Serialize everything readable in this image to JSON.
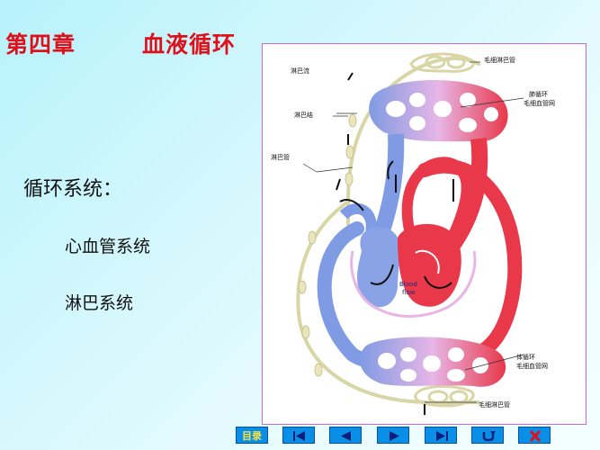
{
  "slide": {
    "chapter": "第四章",
    "topic": "血液循环",
    "heading": "循环系统：",
    "bullets": [
      "心血管系统",
      "淋巴系统"
    ]
  },
  "diagram": {
    "labels": {
      "lymph_capillary_top": "毛细淋巴管",
      "lymph_flow": "淋巴流",
      "lymph_node": "淋巴结",
      "lymph_vessel": "淋巴管",
      "pulmonary_circ_1": "肺循环",
      "pulmonary_circ_2": "毛细血管网",
      "systemic_circ_1": "体循环",
      "systemic_circ_2": "毛细血管网",
      "lymph_capillary_bottom": "毛细淋巴管",
      "blood_flow_1": "Blood",
      "blood_flow_2": "flow"
    }
  },
  "nav": {
    "menu_label": "目录",
    "buttons": [
      "first-icon",
      "prev-icon",
      "next-icon",
      "last-icon",
      "back-icon",
      "exit-icon"
    ]
  },
  "colors": {
    "title": "#e0101a",
    "venous": "#7f9be3",
    "arterial": "#e8384a",
    "lymph": "#d9d6a6",
    "nav": "#0a8fe8",
    "frame": "#c56bd8"
  }
}
